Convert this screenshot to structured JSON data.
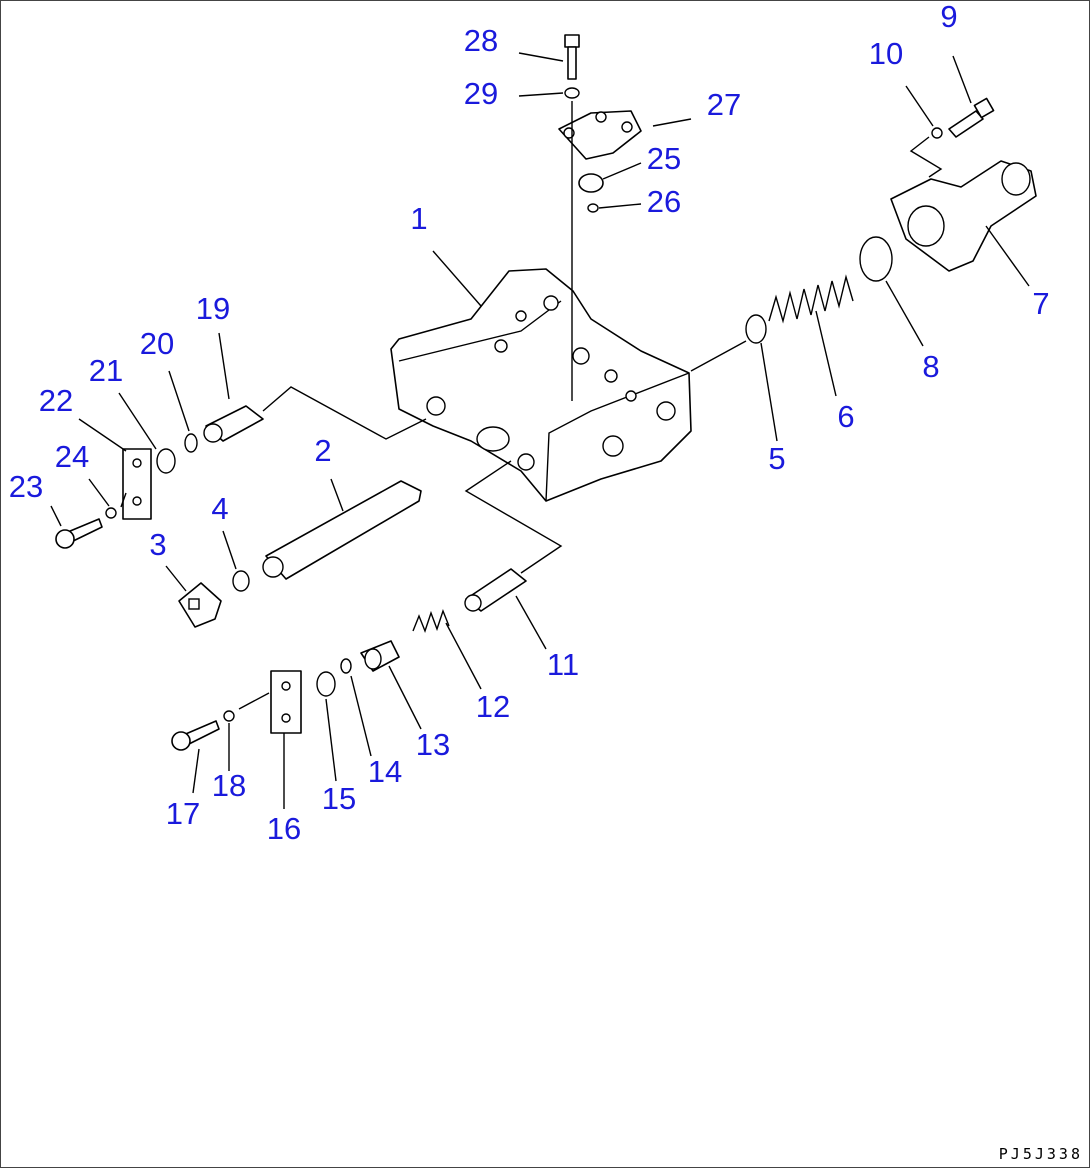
{
  "diagram": {
    "code": "PJ5J338",
    "callouts": [
      "1",
      "2",
      "3",
      "4",
      "5",
      "6",
      "7",
      "8",
      "9",
      "10",
      "11",
      "12",
      "13",
      "14",
      "15",
      "16",
      "17",
      "18",
      "19",
      "20",
      "21",
      "22",
      "23",
      "24",
      "25",
      "26",
      "27",
      "28",
      "29"
    ]
  }
}
